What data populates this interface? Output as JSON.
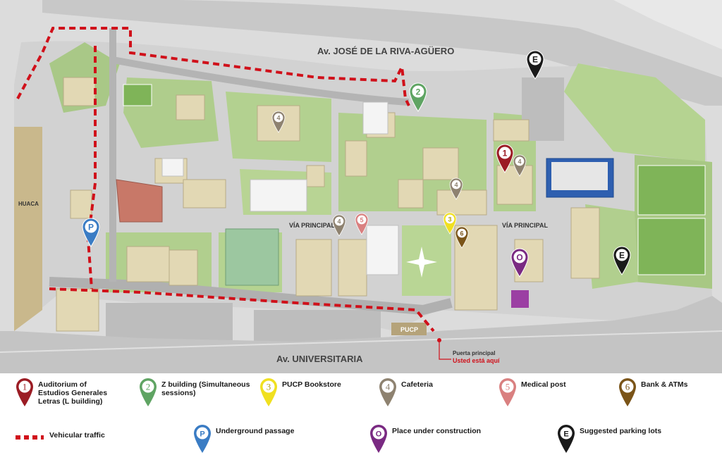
{
  "map": {
    "streets": {
      "north": "Av. JOSÉ DE LA RIVA-AGÜERO",
      "south": "Av. UNIVERSITARIA",
      "via_principal": "VÍA PRINCIPAL",
      "huaca": "HUACA",
      "gate": "PUCP"
    },
    "you_are_here": {
      "title": "Puerta principal",
      "subtitle": "Usted está aquí"
    },
    "markers": [
      {
        "glyph": "1",
        "category": "auditorium",
        "color": "#9b1c24"
      },
      {
        "glyph": "2",
        "category": "z-building",
        "color": "#5fa463"
      },
      {
        "glyph": "3",
        "category": "bookstore",
        "color": "#f0e020"
      },
      {
        "glyph": "4",
        "category": "cafeteria",
        "color": "#8e8270"
      },
      {
        "glyph": "4",
        "category": "cafeteria",
        "color": "#8e8270"
      },
      {
        "glyph": "4",
        "category": "cafeteria",
        "color": "#8e8270"
      },
      {
        "glyph": "4",
        "category": "cafeteria",
        "color": "#8e8270"
      },
      {
        "glyph": "5",
        "category": "medical",
        "color": "#d98080"
      },
      {
        "glyph": "6",
        "category": "bank",
        "color": "#7a5418"
      },
      {
        "glyph": "P",
        "category": "underground",
        "color": "#3a7cc4"
      },
      {
        "glyph": "O",
        "category": "construction",
        "color": "#7a2a82"
      },
      {
        "glyph": "E",
        "category": "parking",
        "color": "#1a1a1a"
      },
      {
        "glyph": "E",
        "category": "parking",
        "color": "#1a1a1a"
      }
    ]
  },
  "legend": [
    {
      "glyph": "1",
      "color": "#9b1c24",
      "label": "Auditorium of Estudios Generales Letras (L building)"
    },
    {
      "glyph": "2",
      "color": "#5fa463",
      "label": "Z building (Simultaneous sessions)"
    },
    {
      "glyph": "3",
      "color": "#f0e020",
      "label": "PUCP Bookstore"
    },
    {
      "glyph": "4",
      "color": "#8e8270",
      "label": "Cafeteria"
    },
    {
      "glyph": "5",
      "color": "#d98080",
      "label": "Medical post"
    },
    {
      "glyph": "6",
      "color": "#7a5418",
      "label": "Bank & ATMs"
    },
    {
      "glyph": "",
      "color": "#d0101a",
      "label": "Vehicular traffic"
    },
    {
      "glyph": "P",
      "color": "#3a7cc4",
      "label": "Underground passage"
    },
    {
      "glyph": "O",
      "color": "#7a2a82",
      "label": "Place under construction"
    },
    {
      "glyph": "E",
      "color": "#1a1a1a",
      "label": "Suggested parking lots"
    }
  ]
}
